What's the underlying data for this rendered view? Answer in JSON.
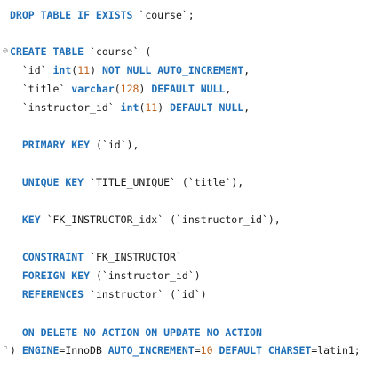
{
  "editor": {
    "colors": {
      "keyword": "#1f6fb8",
      "string": "#a0522d",
      "number": "#c2621a",
      "plain": "#1a1a1a"
    },
    "fold_open_icon": "fold-collapse-icon",
    "fold_close_icon": "fold-end-icon",
    "lines": [
      [
        [
          "kw",
          "DROP TABLE IF EXISTS "
        ],
        [
          "id",
          "`course`"
        ],
        [
          "pl",
          ";"
        ]
      ],
      [],
      [
        [
          "kw",
          "CREATE TABLE "
        ],
        [
          "id",
          "`course`"
        ],
        [
          "pl",
          " ("
        ]
      ],
      [
        [
          "pl",
          "  "
        ],
        [
          "id",
          "`id`"
        ],
        [
          "pl",
          " "
        ],
        [
          "kw",
          "int"
        ],
        [
          "pl",
          "("
        ],
        [
          "num",
          "11"
        ],
        [
          "pl",
          ") "
        ],
        [
          "kw",
          "NOT NULL AUTO_INCREMENT"
        ],
        [
          "pl",
          ","
        ]
      ],
      [
        [
          "pl",
          "  "
        ],
        [
          "id",
          "`title`"
        ],
        [
          "pl",
          " "
        ],
        [
          "kw",
          "varchar"
        ],
        [
          "pl",
          "("
        ],
        [
          "num",
          "128"
        ],
        [
          "pl",
          ") "
        ],
        [
          "kw",
          "DEFAULT NULL"
        ],
        [
          "pl",
          ","
        ]
      ],
      [
        [
          "pl",
          "  "
        ],
        [
          "id",
          "`instructor_id`"
        ],
        [
          "pl",
          " "
        ],
        [
          "kw",
          "int"
        ],
        [
          "pl",
          "("
        ],
        [
          "num",
          "11"
        ],
        [
          "pl",
          ") "
        ],
        [
          "kw",
          "DEFAULT NULL"
        ],
        [
          "pl",
          ","
        ]
      ],
      [],
      [
        [
          "pl",
          "  "
        ],
        [
          "kw",
          "PRIMARY KEY"
        ],
        [
          "pl",
          " ("
        ],
        [
          "id",
          "`id`"
        ],
        [
          "pl",
          "),"
        ]
      ],
      [],
      [
        [
          "pl",
          "  "
        ],
        [
          "kw",
          "UNIQUE KEY"
        ],
        [
          "pl",
          " "
        ],
        [
          "id",
          "`TITLE_UNIQUE`"
        ],
        [
          "pl",
          " ("
        ],
        [
          "id",
          "`title`"
        ],
        [
          "pl",
          "),"
        ]
      ],
      [],
      [
        [
          "pl",
          "  "
        ],
        [
          "kw",
          "KEY"
        ],
        [
          "pl",
          " "
        ],
        [
          "id",
          "`FK_INSTRUCTOR_idx`"
        ],
        [
          "pl",
          " ("
        ],
        [
          "id",
          "`instructor_id`"
        ],
        [
          "pl",
          "),"
        ]
      ],
      [],
      [
        [
          "pl",
          "  "
        ],
        [
          "kw",
          "CONSTRAINT"
        ],
        [
          "pl",
          " "
        ],
        [
          "id",
          "`FK_INSTRUCTOR`"
        ]
      ],
      [
        [
          "pl",
          "  "
        ],
        [
          "kw",
          "FOREIGN KEY"
        ],
        [
          "pl",
          " ("
        ],
        [
          "id",
          "`instructor_id`"
        ],
        [
          "pl",
          ")"
        ]
      ],
      [
        [
          "pl",
          "  "
        ],
        [
          "kw",
          "REFERENCES"
        ],
        [
          "pl",
          " "
        ],
        [
          "id",
          "`instructor`"
        ],
        [
          "pl",
          " ("
        ],
        [
          "id",
          "`id`"
        ],
        [
          "pl",
          ")"
        ]
      ],
      [],
      [
        [
          "pl",
          "  "
        ],
        [
          "kw",
          "ON DELETE NO ACTION ON UPDATE NO ACTION"
        ]
      ],
      [
        [
          "pl",
          ") "
        ],
        [
          "kw",
          "ENGINE"
        ],
        [
          "pl",
          "=InnoDB "
        ],
        [
          "kw",
          "AUTO_INCREMENT"
        ],
        [
          "pl",
          "="
        ],
        [
          "num",
          "10"
        ],
        [
          "pl",
          " "
        ],
        [
          "kw",
          "DEFAULT CHARSET"
        ],
        [
          "pl",
          "=latin1;"
        ]
      ]
    ]
  }
}
